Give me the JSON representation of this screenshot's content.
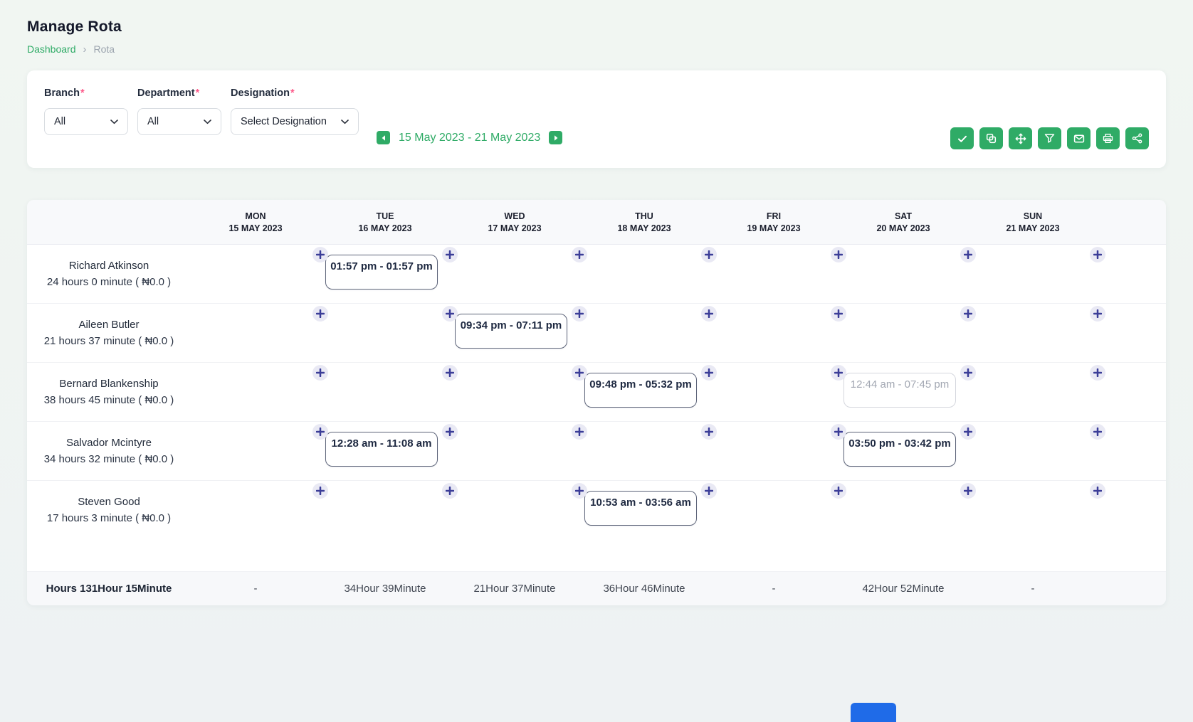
{
  "page": {
    "title": "Manage Rota",
    "breadcrumb": {
      "home": "Dashboard",
      "current": "Rota"
    }
  },
  "filters": {
    "branch": {
      "label": "Branch",
      "required_marker": "*",
      "value": "All"
    },
    "department": {
      "label": "Department",
      "required_marker": "*",
      "value": "All"
    },
    "designation": {
      "label": "Designation",
      "required_marker": "*",
      "value": "Select Designation"
    }
  },
  "week_nav": {
    "range_label": "15 May 2023 - 21 May 2023",
    "prev_icon": "chevron-left-icon",
    "next_icon": "chevron-right-icon"
  },
  "toolbar": {
    "buttons": [
      {
        "name": "approve",
        "icon": "check-icon"
      },
      {
        "name": "copy",
        "icon": "copy-icon"
      },
      {
        "name": "move",
        "icon": "move-icon"
      },
      {
        "name": "filter",
        "icon": "filter-icon"
      },
      {
        "name": "email",
        "icon": "mail-icon"
      },
      {
        "name": "print",
        "icon": "printer-icon"
      },
      {
        "name": "share",
        "icon": "share-icon"
      }
    ]
  },
  "rota_table": {
    "days": [
      {
        "weekday": "MON",
        "date": "15 MAY 2023"
      },
      {
        "weekday": "TUE",
        "date": "16 MAY 2023"
      },
      {
        "weekday": "WED",
        "date": "17 MAY 2023"
      },
      {
        "weekday": "THU",
        "date": "18 MAY 2023"
      },
      {
        "weekday": "FRI",
        "date": "19 MAY 2023"
      },
      {
        "weekday": "SAT",
        "date": "20 MAY 2023"
      },
      {
        "weekday": "SUN",
        "date": "21 MAY 2023"
      }
    ],
    "employees": [
      {
        "name": "Richard Atkinson",
        "summary": "24 hours 0 minute ( ₦0.0 )",
        "shifts": [
          null,
          {
            "time": "01:57 pm - 01:57 pm",
            "state": "active"
          },
          null,
          null,
          null,
          null,
          null
        ]
      },
      {
        "name": "Aileen Butler",
        "summary": "21 hours 37 minute ( ₦0.0 )",
        "shifts": [
          null,
          null,
          {
            "time": "09:34 pm - 07:11 pm",
            "state": "active"
          },
          null,
          null,
          null,
          null
        ]
      },
      {
        "name": "Bernard Blankenship",
        "summary": "38 hours 45 minute ( ₦0.0 )",
        "shifts": [
          null,
          null,
          null,
          {
            "time": "09:48 pm - 05:32 pm",
            "state": "active"
          },
          null,
          {
            "time": "12:44 am - 07:45 pm",
            "state": "pending"
          },
          null
        ]
      },
      {
        "name": "Salvador Mcintyre",
        "summary": "34 hours 32 minute ( ₦0.0 )",
        "shifts": [
          null,
          {
            "time": "12:28 am - 11:08 am",
            "state": "active"
          },
          null,
          null,
          null,
          {
            "time": "03:50 pm - 03:42 pm",
            "state": "active"
          },
          null
        ]
      },
      {
        "name": "Steven Good",
        "summary": "17 hours 3 minute ( ₦0.0 )",
        "shifts": [
          null,
          null,
          null,
          {
            "time": "10:53 am - 03:56 am",
            "state": "active"
          },
          null,
          null,
          null
        ]
      }
    ],
    "totals": {
      "label": "Hours 131Hour 15Minute",
      "per_day": [
        "-",
        "34Hour 39Minute",
        "21Hour 37Minute",
        "36Hour 46Minute",
        "-",
        "42Hour 52Minute",
        "-"
      ]
    }
  },
  "colors": {
    "accent_green": "#2fab66",
    "required_pink": "#fd5a8a",
    "plus_indigo": "#3b3d98",
    "shift_border": "#5d6479",
    "pending_gray": "#a2a7b2",
    "widget_blue": "#1f6be8"
  }
}
